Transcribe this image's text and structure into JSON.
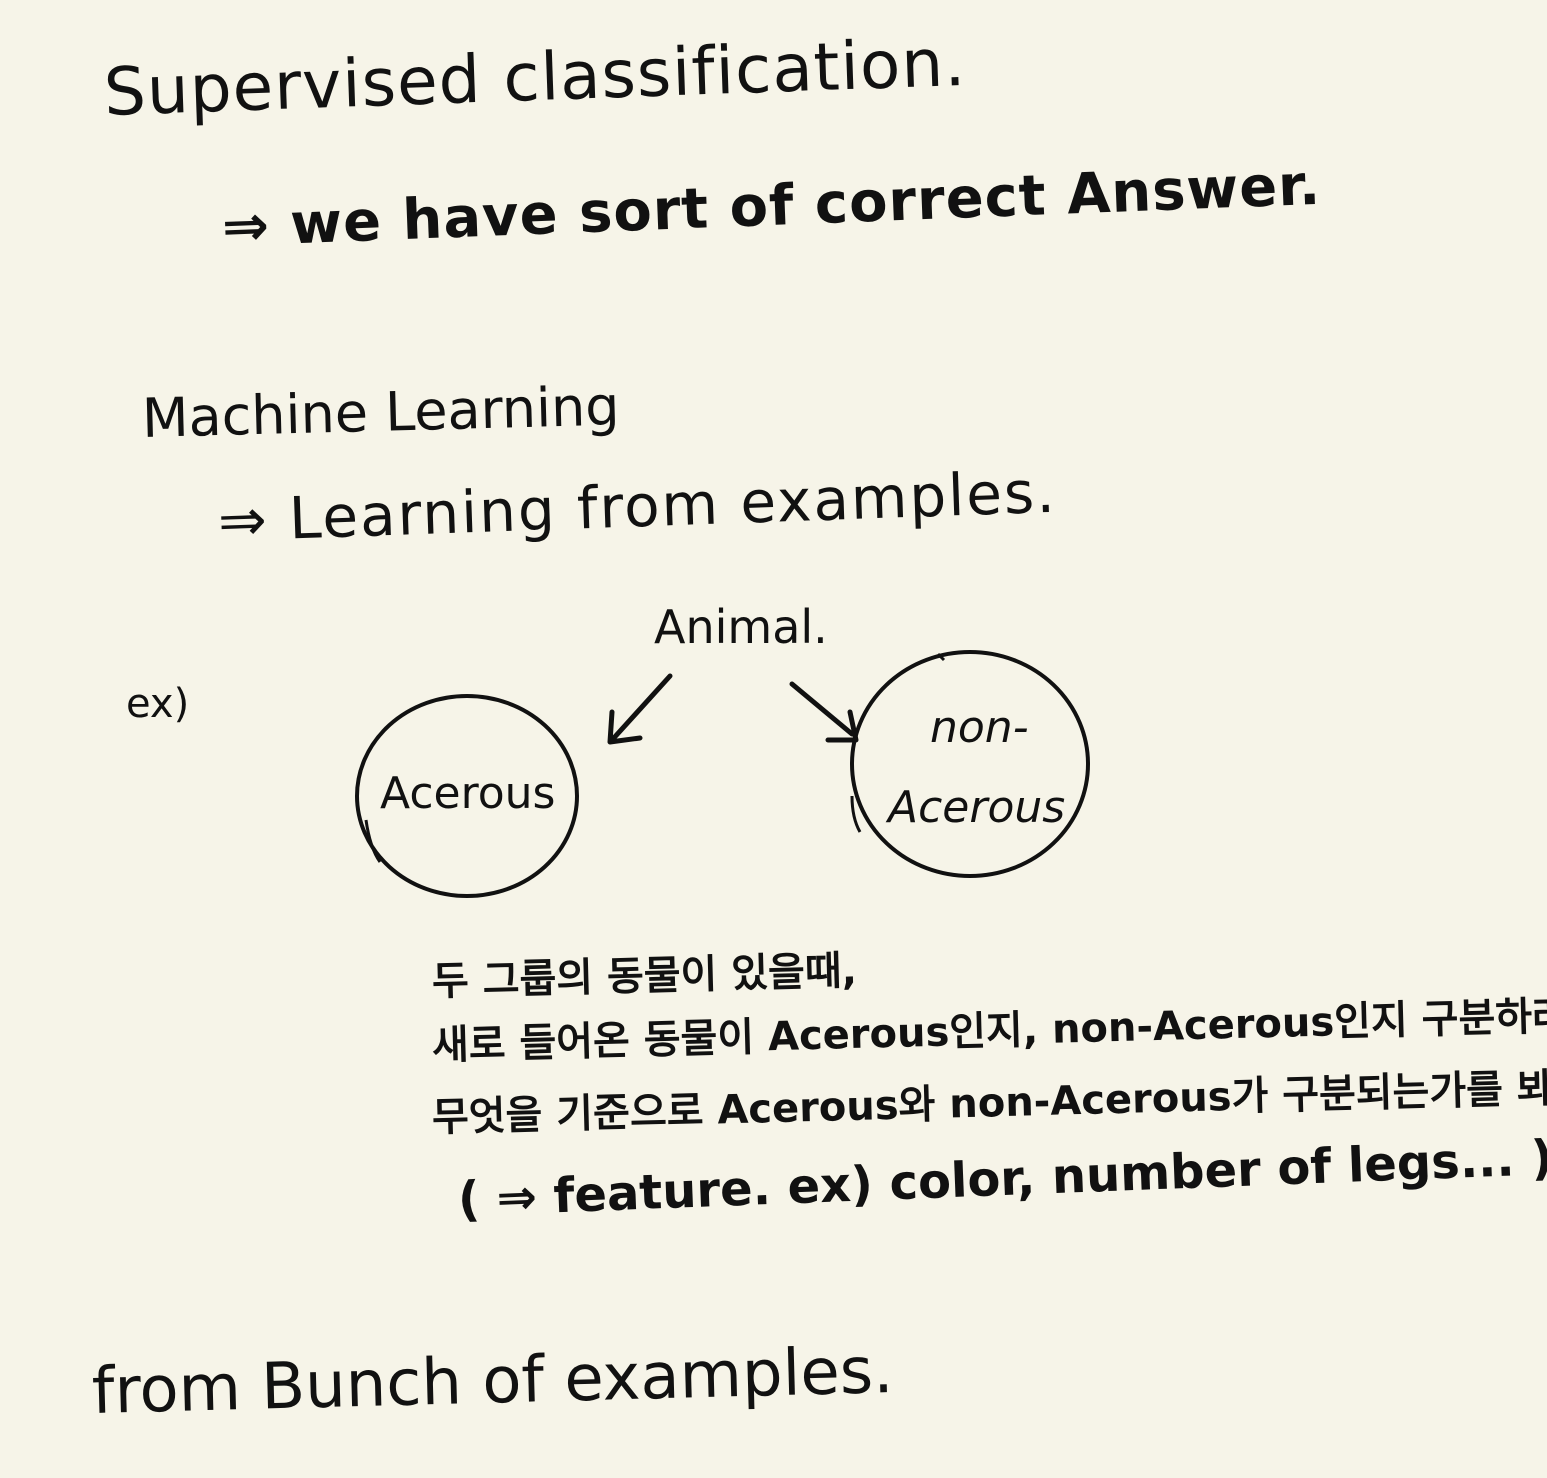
{
  "notes": {
    "title": "Supervised classification.",
    "answer_line": "⇒ we have sort of correct Answer.",
    "ml_heading": "Machine Learning",
    "ml_line": "⇒ Learning from examples.",
    "example_label": "ex)",
    "korean_lines": [
      "두 그룹의 동물이 있을때,",
      "새로 들어온 동물이 Acerous인지, non-Acerous인지 구분하려면?",
      "무엇을 기준으로 Acerous와 non-Acerous가 구분되는가를 봐야 함."
    ],
    "feature_line": "( ⇒ feature. ex) color, number of legs... )",
    "footer": "from Bunch of examples."
  },
  "diagram": {
    "root": "Animal.",
    "left_node": "Acerous",
    "right_node_line1": "non-",
    "right_node_line2": "Acerous"
  },
  "colors": {
    "paper": "#f6f4e8",
    "ink": "#111111"
  }
}
